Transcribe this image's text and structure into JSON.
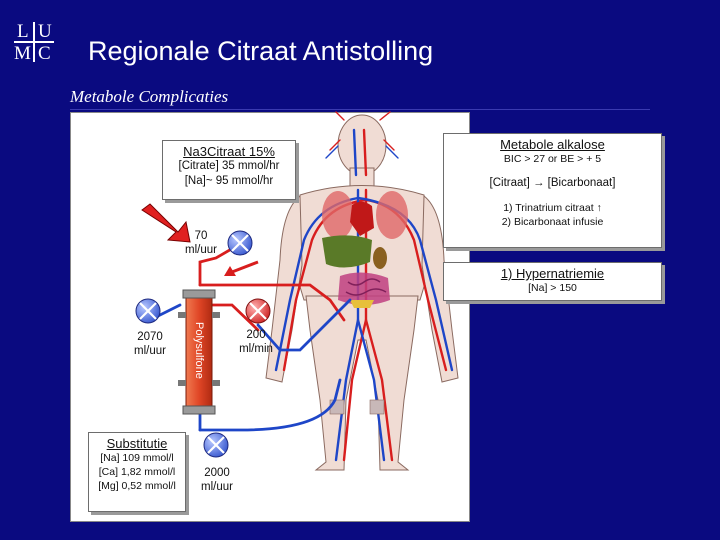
{
  "logo": {
    "letters": [
      "L",
      "U",
      "M",
      "C"
    ]
  },
  "title": "Regionale Citraat Antistolling",
  "subtitle": "Metabole Complicaties",
  "citrate_box": {
    "heading": "Na3Citraat 15%",
    "lines": [
      "[Citrate] 35 mmol/hr",
      "[Na]~ 95 mmol/hr"
    ]
  },
  "alkalose_box": {
    "heading": "Metabole alkalose",
    "criteria": "BIC > 27 or BE > + 5",
    "relation": "[Citraat] → [Bicarbonaat]",
    "causes": [
      "1) Trinatrium citraat ↑",
      "2) Bicarbonaat infusie"
    ]
  },
  "hyper_box": {
    "heading": "1) Hypernatriemie",
    "line": "[Na] > 150"
  },
  "substitutie_box": {
    "heading": "Substitutie",
    "lines": [
      "[Na] 109 mmol/l",
      "[Ca] 1,82 mmol/l",
      "[Mg] 0,52 mmol/l"
    ]
  },
  "flows": {
    "citrate_rate": "70 ml/uur",
    "blood_rate": "200 ml/min",
    "filtrate_rate": "2070 ml/uur",
    "substitution_rate": "2000 ml/uur"
  },
  "filter_label": "Polysulfone",
  "colors": {
    "background": "#0a0a80",
    "artery": "#d81e1e",
    "vein": "#1e46c8",
    "skin": "#f0dcd4",
    "filter": "#e04626",
    "pump_blue": "#5a7de0",
    "pump_red": "#e05050"
  }
}
